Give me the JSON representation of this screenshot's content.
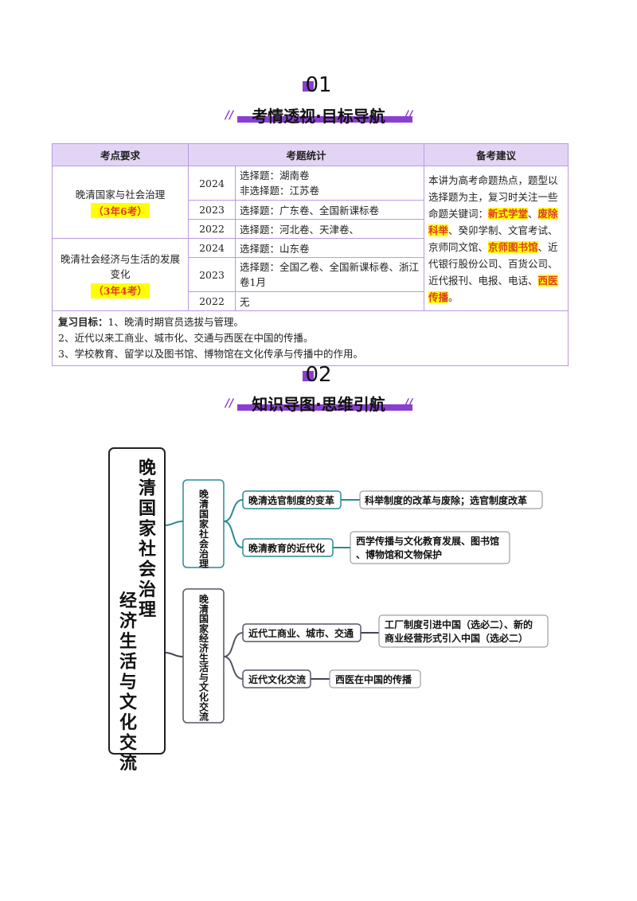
{
  "section1": {
    "number": "01",
    "title": "考情透视·目标导航"
  },
  "table": {
    "headers": [
      "考点要求",
      "考题统计",
      "备考建议"
    ],
    "groups": [
      {
        "topic": "晚清国家与社会治理",
        "badge": "（3年6考）",
        "rows": [
          {
            "year": "2024",
            "text": "选择题：湖南卷\n非选择题：江苏卷"
          },
          {
            "year": "2023",
            "text": "选择题：广东卷、全国新课标卷"
          },
          {
            "year": "2022",
            "text": "选择题：河北卷、天津卷、"
          }
        ]
      },
      {
        "topic": "晚清社会经济与生活的发展变化",
        "badge": "（3年4考）",
        "rows": [
          {
            "year": "2024",
            "text": "选择题：山东卷"
          },
          {
            "year": "2023",
            "text": "选择题：全国乙卷、全国新课标卷、浙江卷1月"
          },
          {
            "year": "2022",
            "text": "无"
          }
        ]
      }
    ],
    "advice": {
      "intro": "本讲为高考命题热点，题型以选择题为主，复习时关注一些命题关键词：",
      "kw1": "新式学堂",
      "sep1": "、",
      "kw2": "废除科举",
      "mid": "、癸卯学制、文官考试、京师同文馆、",
      "kw3": "京师图书馆",
      "mid2": "、近代银行股份公司、百货公司、近代报刊、电报、电话、",
      "kw4": "西医传播",
      "end": "。"
    },
    "goals": {
      "label": "复习目标：",
      "items": [
        "1、晚清时期官员选拔与管理。",
        "2、近代以来工商业、城市化、交通与西医在中国的传播。",
        "3、学校教育、留学以及图书馆、博物馆在文化传承与传播中的作用。"
      ]
    }
  },
  "section2": {
    "number": "02",
    "title": "知识导图·思维引航"
  },
  "mindmap": {
    "root": "晚清国家社会治理、经济生活与文化交流",
    "branches": [
      {
        "label": "晚清国家社会治理",
        "children": [
          {
            "label": "晚清选官制度的变革",
            "detail": "科举制度的改革与废除；选官制度改革"
          },
          {
            "label": "晚清教育的近代化",
            "detail": "西学传播与文化教育发展、图书馆、博物馆和文物保护"
          }
        ]
      },
      {
        "label": "晚清国家经济生活与文化交流",
        "children": [
          {
            "label": "近代工商业、城市、交通",
            "detail": "工厂制度引进中国（选必二）、新的商业经营形式引入中国（选必二）"
          },
          {
            "label": "近代文化交流",
            "detail": "西医在中国的传播"
          }
        ]
      }
    ]
  }
}
